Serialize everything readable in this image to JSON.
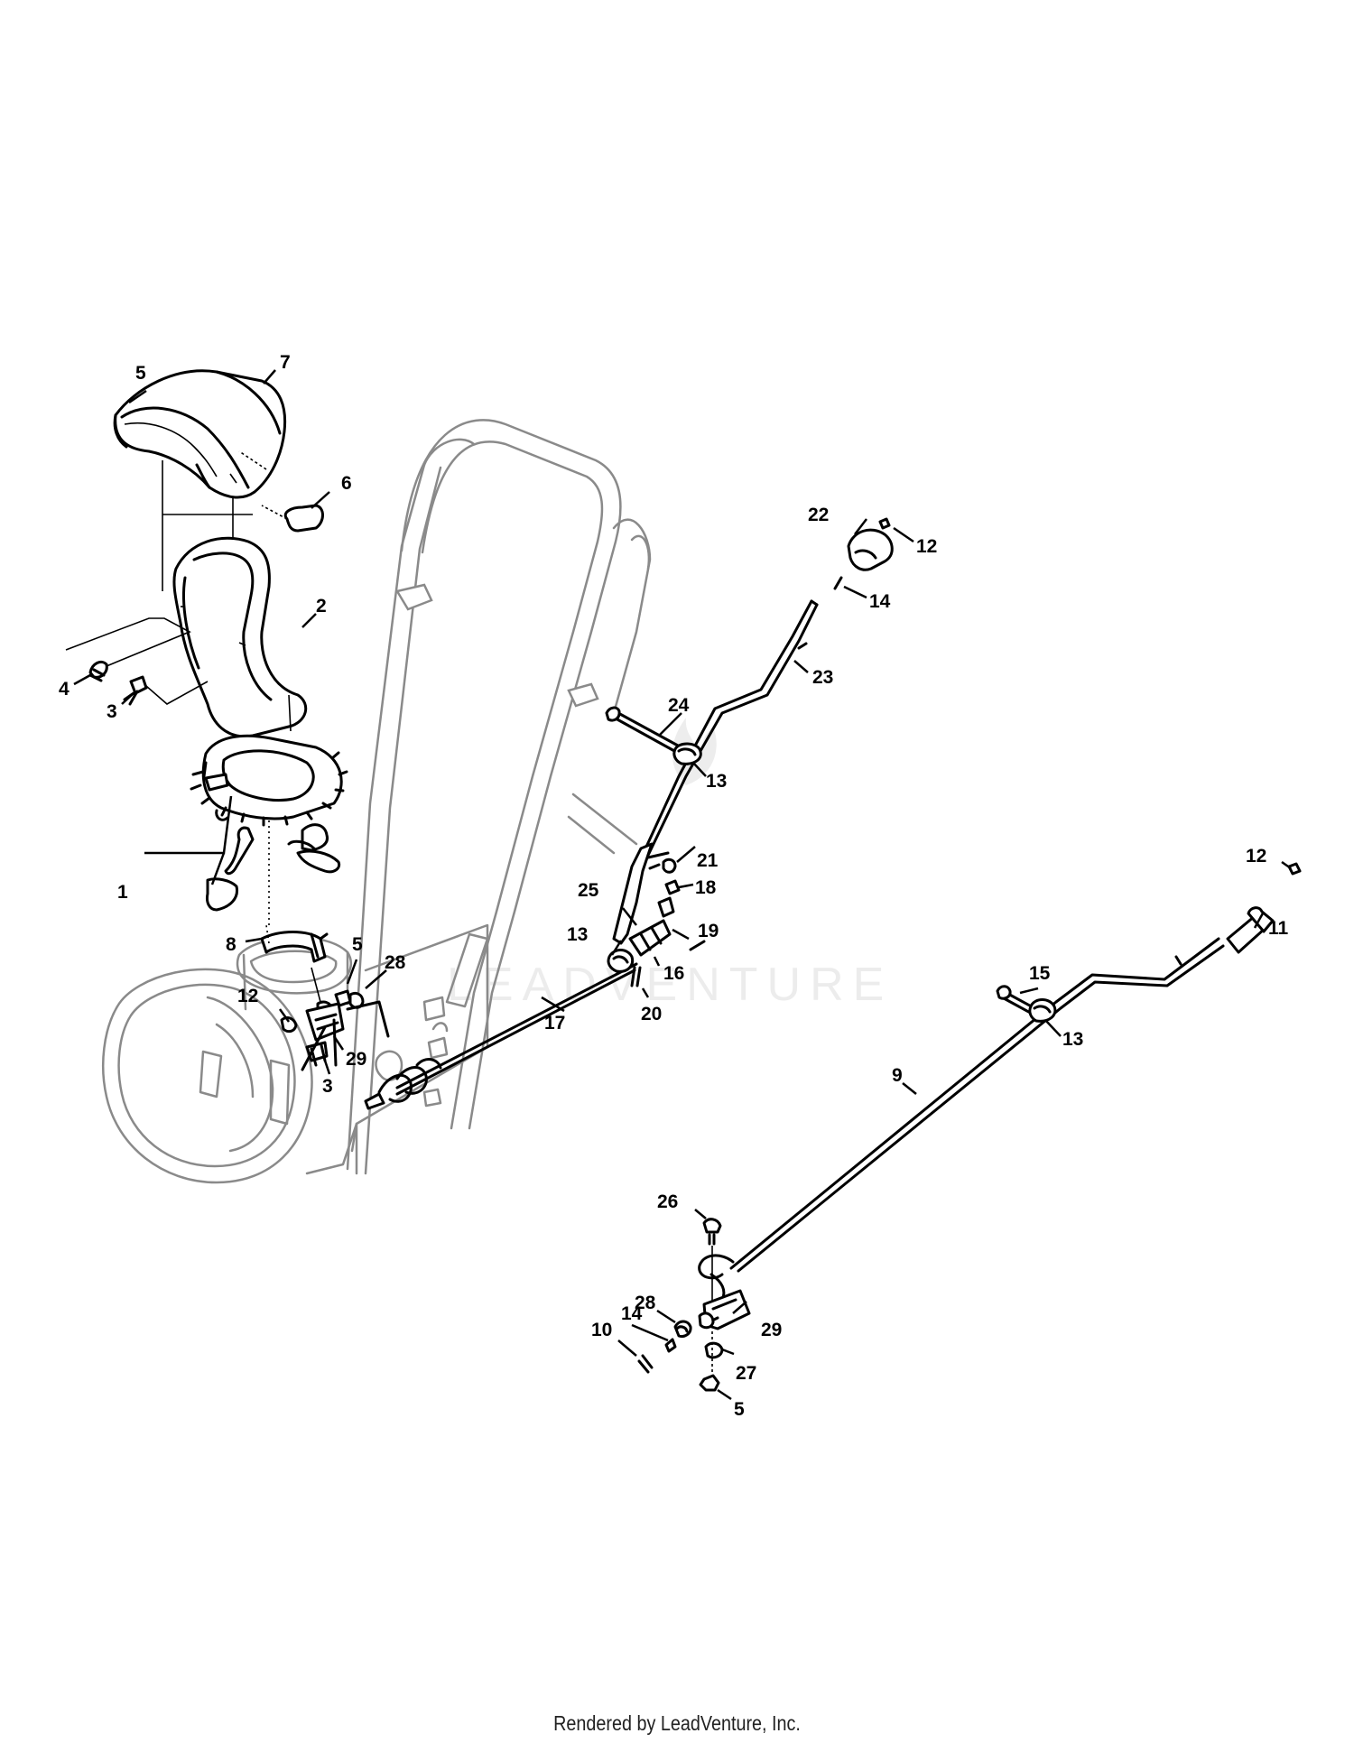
{
  "watermark": "LEADVENTURE",
  "footer": "Rendered by LeadVenture, Inc.",
  "callouts": [
    {
      "id": "c1",
      "label": "1"
    },
    {
      "id": "c2",
      "label": "2"
    },
    {
      "id": "c3a",
      "label": "3"
    },
    {
      "id": "c3b",
      "label": "3"
    },
    {
      "id": "c4",
      "label": "4"
    },
    {
      "id": "c5a",
      "label": "5"
    },
    {
      "id": "c5b",
      "label": "5"
    },
    {
      "id": "c5c",
      "label": "5"
    },
    {
      "id": "c6",
      "label": "6"
    },
    {
      "id": "c7",
      "label": "7"
    },
    {
      "id": "c8",
      "label": "8"
    },
    {
      "id": "c9",
      "label": "9"
    },
    {
      "id": "c10",
      "label": "10"
    },
    {
      "id": "c11",
      "label": "11"
    },
    {
      "id": "c12a",
      "label": "12"
    },
    {
      "id": "c12b",
      "label": "12"
    },
    {
      "id": "c12c",
      "label": "12"
    },
    {
      "id": "c13a",
      "label": "13"
    },
    {
      "id": "c13b",
      "label": "13"
    },
    {
      "id": "c13c",
      "label": "13"
    },
    {
      "id": "c14a",
      "label": "14"
    },
    {
      "id": "c14b",
      "label": "14"
    },
    {
      "id": "c15",
      "label": "15"
    },
    {
      "id": "c16",
      "label": "16"
    },
    {
      "id": "c17",
      "label": "17"
    },
    {
      "id": "c18",
      "label": "18"
    },
    {
      "id": "c19",
      "label": "19"
    },
    {
      "id": "c20",
      "label": "20"
    },
    {
      "id": "c21",
      "label": "21"
    },
    {
      "id": "c22",
      "label": "22"
    },
    {
      "id": "c23",
      "label": "23"
    },
    {
      "id": "c24",
      "label": "24"
    },
    {
      "id": "c25",
      "label": "25"
    },
    {
      "id": "c26",
      "label": "26"
    },
    {
      "id": "c27",
      "label": "27"
    },
    {
      "id": "c28a",
      "label": "28"
    },
    {
      "id": "c28b",
      "label": "28"
    },
    {
      "id": "c29a",
      "label": "29"
    },
    {
      "id": "c29b",
      "label": "29"
    }
  ]
}
